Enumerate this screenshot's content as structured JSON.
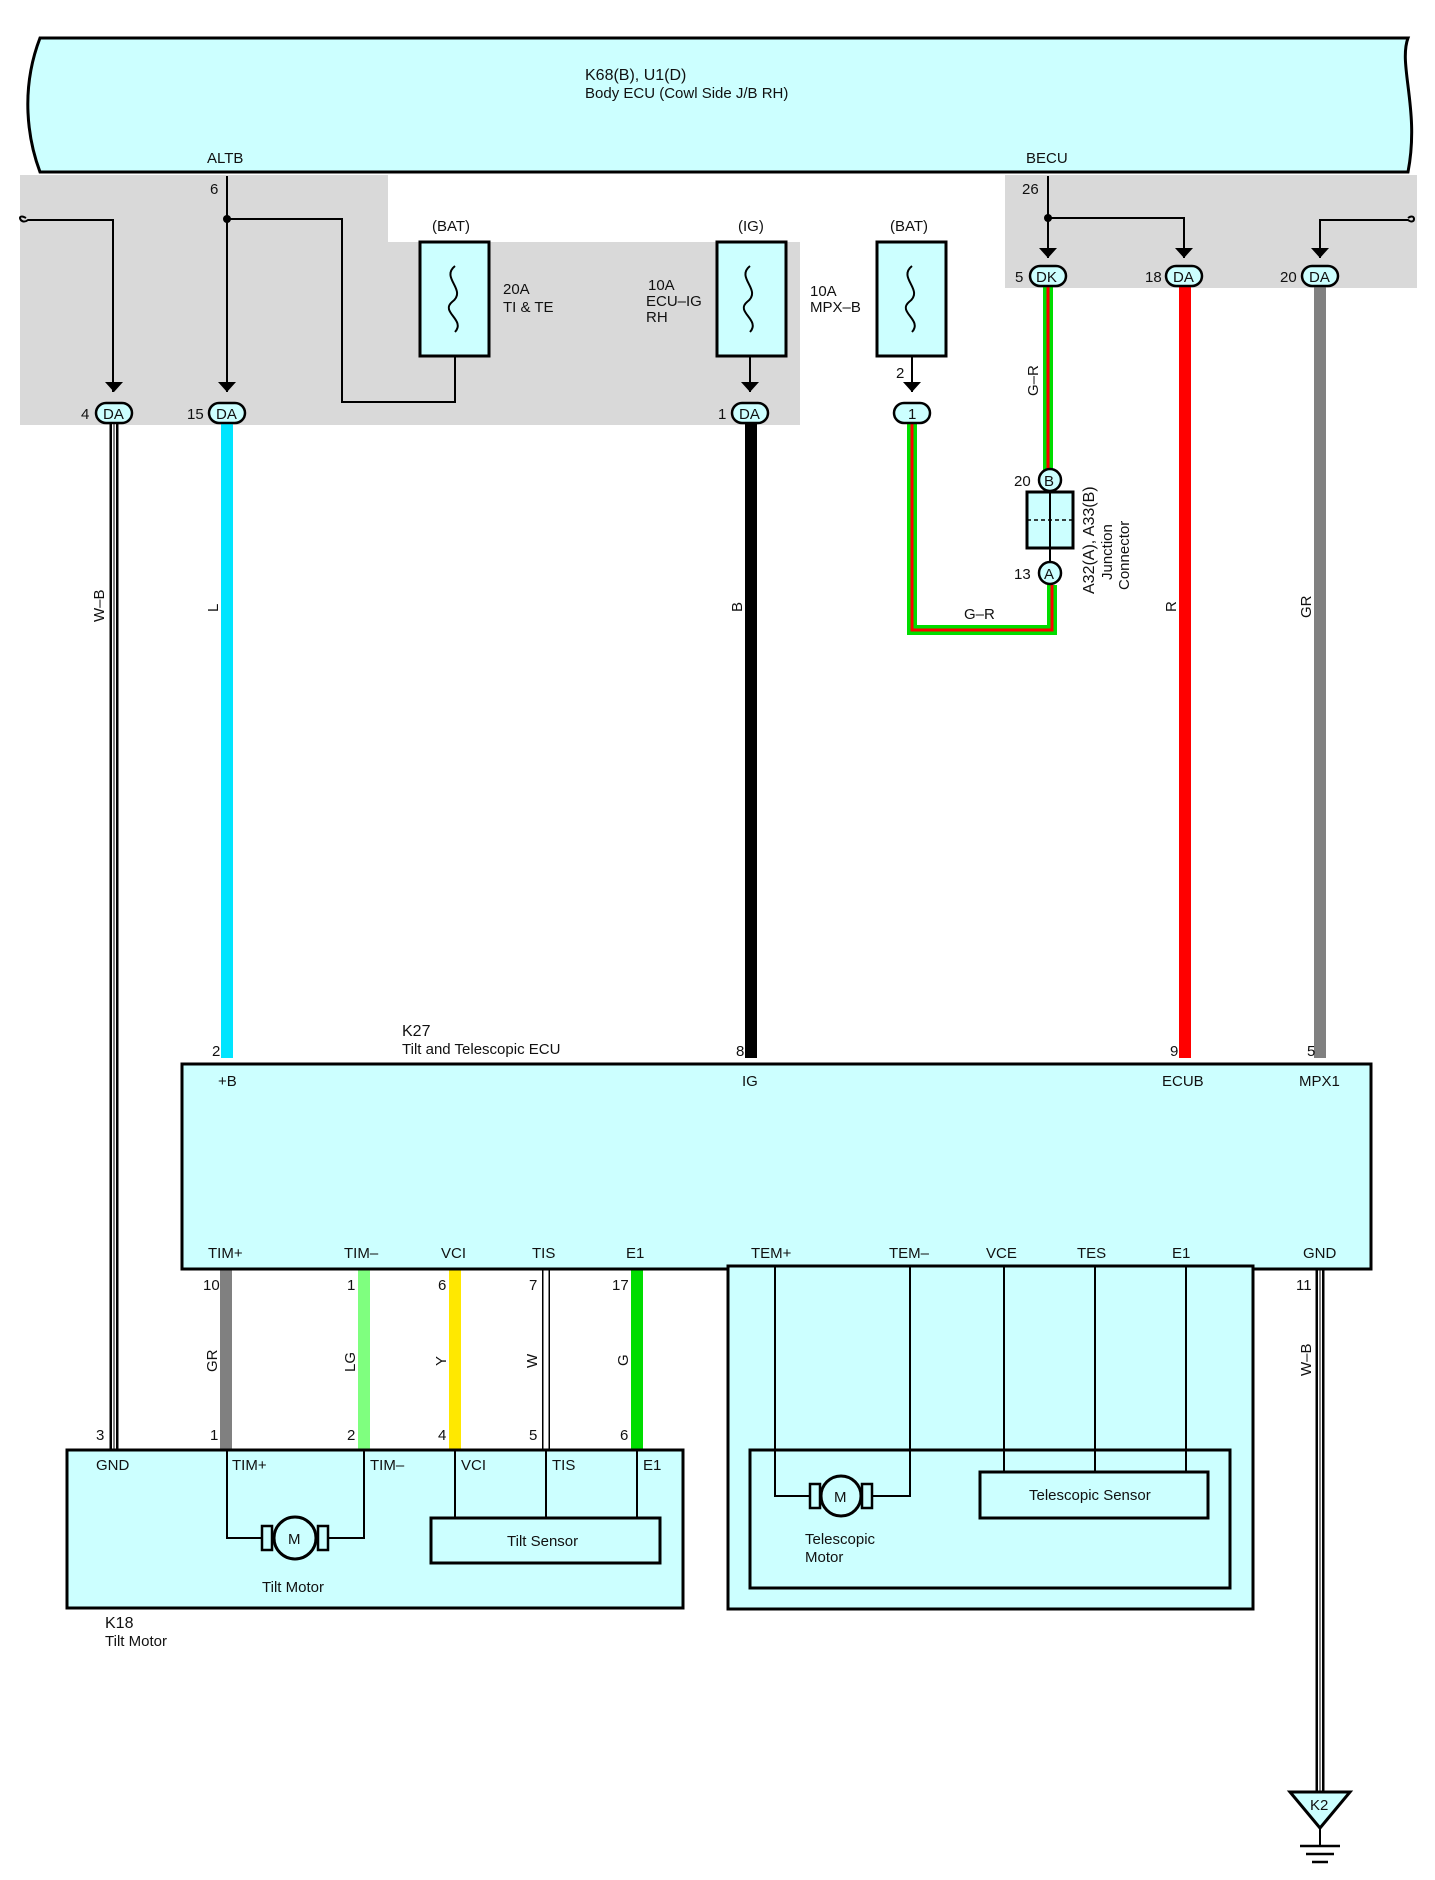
{
  "body_ecu": {
    "code": "K68(B), U1(D)",
    "name": "Body ECU (Cowl Side J/B RH)",
    "terminal_altb": "ALTB",
    "terminal_becu": "BECU",
    "pin_altb": "6",
    "pin_becu": "26"
  },
  "fuses": {
    "ti_te": {
      "header": "(BAT)",
      "rating": "20A",
      "name": "TI & TE"
    },
    "ecu_ig": {
      "header": "(IG)",
      "rating": "10A",
      "name1": "ECU–IG",
      "name2": "RH"
    },
    "mpx_b": {
      "header": "(BAT)",
      "rating": "10A",
      "name": "MPX–B",
      "pin": "2"
    }
  },
  "connectors": {
    "da_4": {
      "pin": "4",
      "label": "DA"
    },
    "da_15": {
      "pin": "15",
      "label": "DA"
    },
    "da_1": {
      "pin": "1",
      "label": "DA"
    },
    "c_1": {
      "label": "1"
    },
    "dk_5": {
      "pin": "5",
      "label": "DK"
    },
    "da_18": {
      "pin": "18",
      "label": "DA"
    },
    "da_20": {
      "pin": "20",
      "label": "DA"
    }
  },
  "junction": {
    "code": "A32(A), A33(B)",
    "name1": "Junction",
    "name2": "Connector",
    "pin_b": "20",
    "label_b": "B",
    "pin_a": "13",
    "label_a": "A"
  },
  "wire_colors": {
    "wb": "W–B",
    "l": "L",
    "b": "B",
    "gr_top": "G–R",
    "gr_bottom": "G–R",
    "r": "R",
    "gr": "GR",
    "gr2": "GR",
    "lg": "LG",
    "y": "Y",
    "w": "W",
    "g": "G",
    "wb2": "W–B"
  },
  "tilt_ecu": {
    "code": "K27",
    "name": "Tilt and Telescopic ECU",
    "top_terminals": [
      {
        "pin": "2",
        "name": "+B"
      },
      {
        "pin": "8",
        "name": "IG"
      },
      {
        "pin": "9",
        "name": "ECUB"
      },
      {
        "pin": "5",
        "name": "MPX1"
      }
    ],
    "bottom_terminals": [
      {
        "pin": "10",
        "name": "TIM+"
      },
      {
        "pin": "1",
        "name": "TIM–"
      },
      {
        "pin": "6",
        "name": "VCI"
      },
      {
        "pin": "7",
        "name": "TIS"
      },
      {
        "pin": "17",
        "name": "E1"
      },
      {
        "name": "TEM+"
      },
      {
        "name": "TEM–"
      },
      {
        "name": "VCE"
      },
      {
        "name": "TES"
      },
      {
        "name": "E1"
      },
      {
        "pin": "11",
        "name": "GND"
      }
    ]
  },
  "tilt_motor": {
    "code": "K18",
    "name": "Tilt Motor",
    "terminals": [
      {
        "pin": "3",
        "name": "GND"
      },
      {
        "pin": "1",
        "name": "TIM+"
      },
      {
        "pin": "2",
        "name": "TIM–"
      },
      {
        "pin": "4",
        "name": "VCI"
      },
      {
        "pin": "5",
        "name": "TIS"
      },
      {
        "pin": "6",
        "name": "E1"
      }
    ],
    "motor_label": "Tilt Motor",
    "motor_symbol": "M",
    "sensor_label": "Tilt Sensor"
  },
  "telescopic": {
    "motor_symbol": "M",
    "motor_label1": "Telescopic",
    "motor_label2": "Motor",
    "sensor_label": "Telescopic Sensor"
  },
  "ground": {
    "label": "K2"
  },
  "colors": {
    "box_fill": "#ccffff",
    "jb_gray": "#d9d9d9",
    "l": "#00e5ff",
    "b": "#000000",
    "r": "#ff0000",
    "gr": "#808080",
    "lg": "#7fff7f",
    "y": "#ffe800",
    "g": "#00dd00"
  }
}
